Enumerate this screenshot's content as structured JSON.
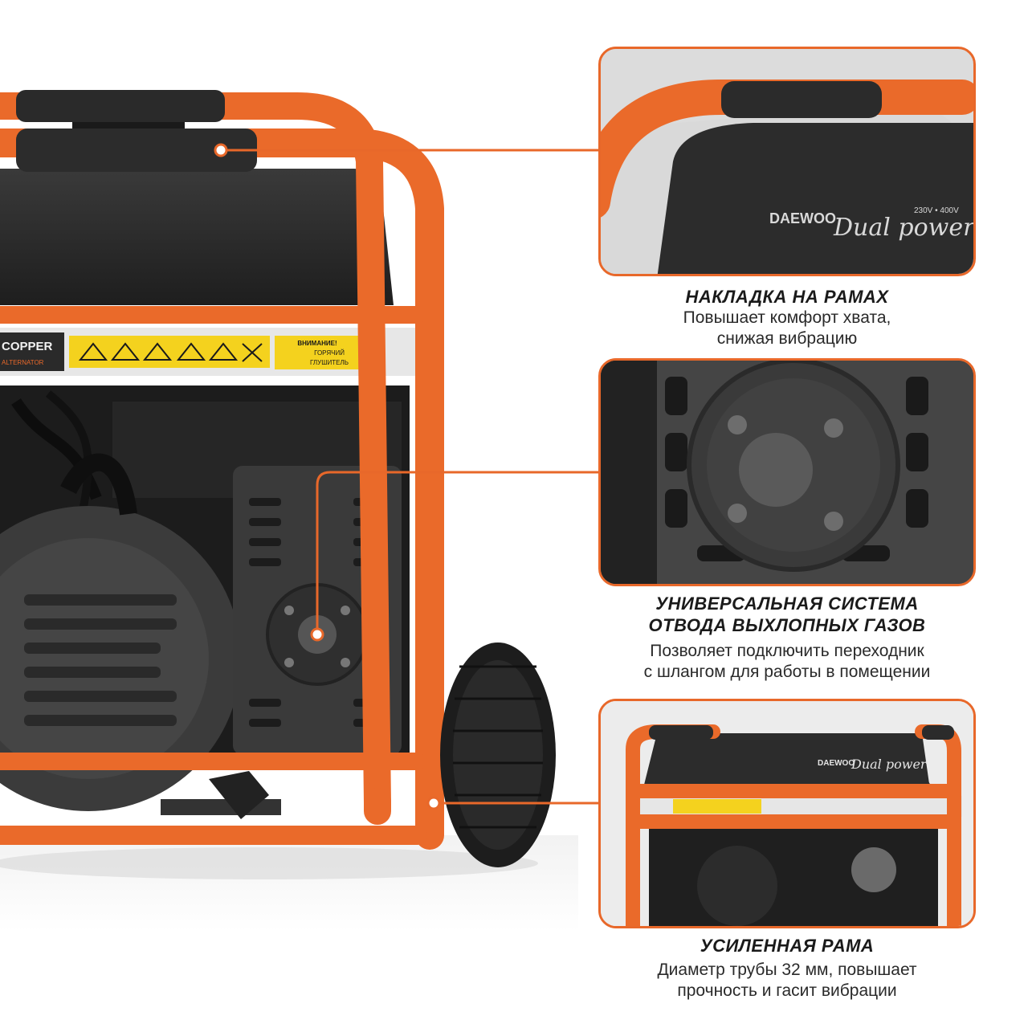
{
  "colors": {
    "accent": "#e8682a",
    "frame": "#ea6a2a",
    "housing": "#2b2b2b"
  },
  "generator": {
    "brand": "DAEWOO",
    "model_script": "Dual power",
    "voltage": "230V • 400V",
    "copper_label": "COPPER",
    "alternator_label": "ALTERNATOR",
    "warning_title": "ВНИМАНИЕ!",
    "warning_text_1": "ГОРЯЧИЙ",
    "warning_text_2": "ГЛУШИТЕЛЬ"
  },
  "features": [
    {
      "title": "НАКЛАДКА НА РАМАХ",
      "line1": "Повышает комфорт хвата,",
      "line2": "снижая вибрацию"
    },
    {
      "title_line1": "УНИВЕРСАЛЬНАЯ СИСТЕМА",
      "title_line2": "ОТВОДА ВЫХЛОПНЫХ ГАЗОВ",
      "line1": "Позволяет подключить переходник",
      "line2": "с шлангом для работы в помещении"
    },
    {
      "title": "УСИЛЕННАЯ РАМА",
      "line1": "Диаметр трубы 32 мм, повышает",
      "line2": "прочность и гасит вибрации"
    }
  ]
}
